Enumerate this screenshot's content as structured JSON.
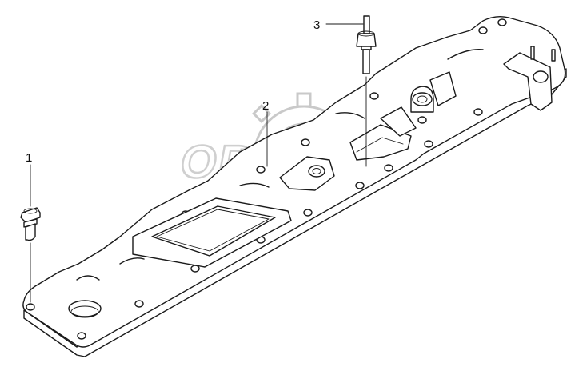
{
  "callouts": [
    {
      "label": "1"
    },
    {
      "label": "2"
    },
    {
      "label": "3"
    }
  ],
  "watermark": {
    "text": "OPEX"
  },
  "colors": {
    "line": "#1a1a1a",
    "watermark": "#c9c9c9",
    "background": "#ffffff"
  }
}
